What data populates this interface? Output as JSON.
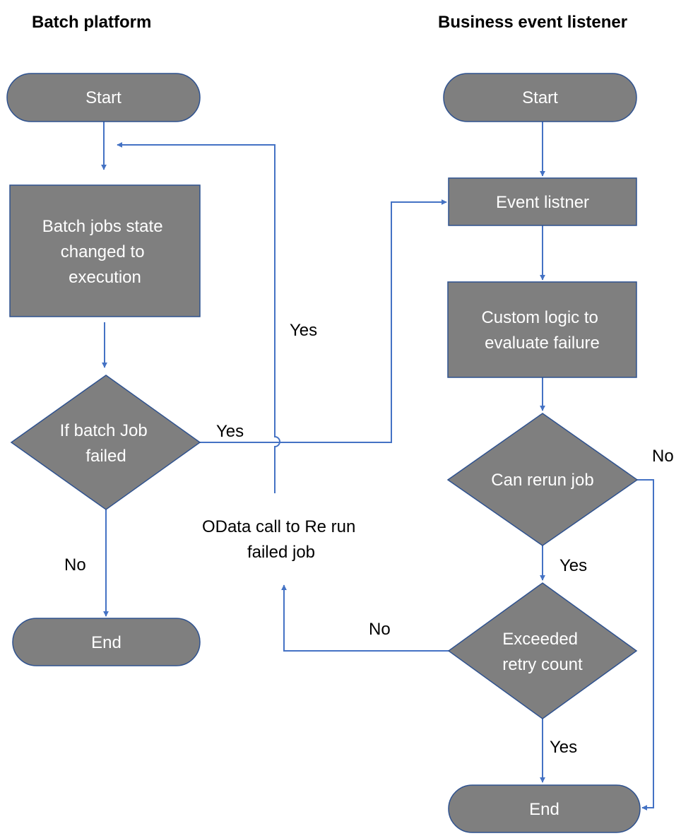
{
  "colors": {
    "node_fill": "#7f7f7f",
    "node_stroke": "#2f528f",
    "edge": "#4472c4",
    "node_text": "#ffffff",
    "label_text": "#000000"
  },
  "lanes": {
    "batch_platform": "Batch platform",
    "business_event_listener": "Business event listener"
  },
  "nodes": {
    "batch_start": "Start",
    "batch_state_line1": "Batch jobs state",
    "batch_state_line2": "changed to",
    "batch_state_line3": "execution",
    "batch_failed_line1": "If batch Job",
    "batch_failed_line2": "failed",
    "batch_end": "End",
    "listener_start": "Start",
    "event_listener": "Event listner",
    "custom_logic_line1": "Custom logic to",
    "custom_logic_line2": "evaluate failure",
    "can_rerun": "Can rerun job",
    "exceeded_line1": "Exceeded",
    "exceeded_line2": "retry count",
    "listener_end": "End"
  },
  "edge_labels": {
    "rerun_yes": "Yes",
    "failed_yes": "Yes",
    "failed_no": "No",
    "can_rerun_no": "No",
    "can_rerun_yes": "Yes",
    "exceeded_no": "No",
    "exceeded_yes": "Yes",
    "odata_line1": "OData call to Re run",
    "odata_line2": "failed job"
  }
}
